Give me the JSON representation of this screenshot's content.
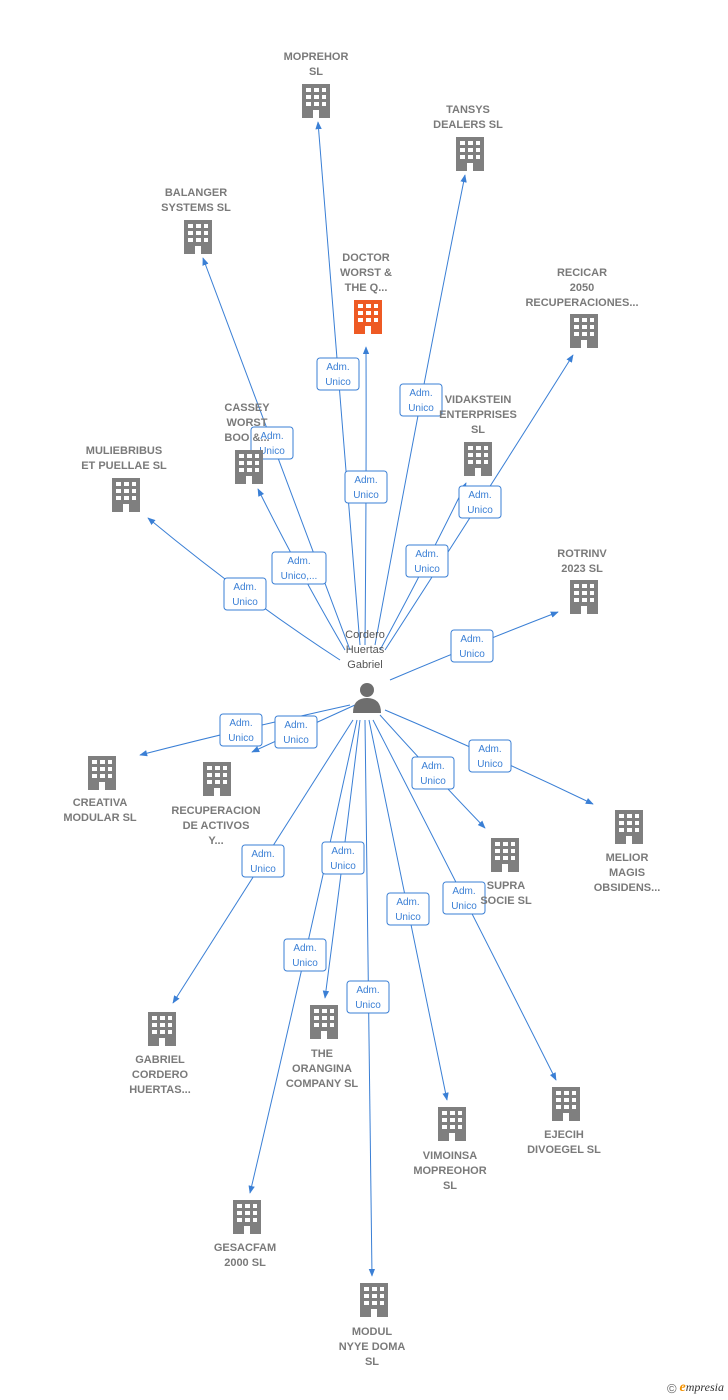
{
  "colors": {
    "edge": "#3a7fd5",
    "building": "#7f7f7f",
    "highlight_building": "#ee5a24",
    "label": "#7a7a7a"
  },
  "center": {
    "id": "person",
    "label": [
      "Cordero",
      "Huertas",
      "Gabriel"
    ],
    "icon": "person-icon"
  },
  "nodes": [
    {
      "id": "moprehor",
      "label": [
        "MOPREHOR",
        "SL"
      ],
      "highlight": false,
      "icon": "building-icon"
    },
    {
      "id": "tansys",
      "label": [
        "TANSYS",
        "DEALERS  SL"
      ],
      "highlight": false,
      "icon": "building-icon"
    },
    {
      "id": "balanger",
      "label": [
        "BALANGER",
        "SYSTEMS  SL"
      ],
      "highlight": false,
      "icon": "building-icon"
    },
    {
      "id": "doctor",
      "label": [
        "DOCTOR",
        "WORST &",
        "THE Q..."
      ],
      "highlight": true,
      "icon": "building-icon"
    },
    {
      "id": "recicar",
      "label": [
        "RECICAR",
        "2050",
        "RECUPERACIONES..."
      ],
      "highlight": false,
      "icon": "building-icon"
    },
    {
      "id": "cassey",
      "label": [
        "CASSEY",
        "WORST",
        "BOO &..."
      ],
      "highlight": false,
      "icon": "building-icon"
    },
    {
      "id": "vidakstein",
      "label": [
        "VIDAKSTEIN",
        "ENTERPRISES",
        "SL"
      ],
      "highlight": false,
      "icon": "building-icon"
    },
    {
      "id": "muliebribus",
      "label": [
        "MULIEBRIBUS",
        "ET PUELLAE SL"
      ],
      "highlight": false,
      "icon": "building-icon"
    },
    {
      "id": "rotrinv",
      "label": [
        "ROTRINV",
        "2023  SL"
      ],
      "highlight": false,
      "icon": "building-icon"
    },
    {
      "id": "creativa",
      "label": [
        "CREATIVA",
        "MODULAR  SL"
      ],
      "highlight": false,
      "icon": "building-icon"
    },
    {
      "id": "recuperacion",
      "label": [
        "RECUPERACION",
        "DE ACTIVOS",
        "Y..."
      ],
      "highlight": false,
      "icon": "building-icon"
    },
    {
      "id": "melior",
      "label": [
        "MELIOR",
        "MAGIS",
        "OBSIDENS..."
      ],
      "highlight": false,
      "icon": "building-icon"
    },
    {
      "id": "supra",
      "label": [
        "SUPRA",
        "SOCIE  SL"
      ],
      "highlight": false,
      "icon": "building-icon"
    },
    {
      "id": "gabriel",
      "label": [
        "GABRIEL",
        "CORDERO",
        "HUERTAS..."
      ],
      "highlight": false,
      "icon": "building-icon"
    },
    {
      "id": "orangina",
      "label": [
        "THE",
        "ORANGINA",
        "COMPANY  SL"
      ],
      "highlight": false,
      "icon": "building-icon"
    },
    {
      "id": "ejecih",
      "label": [
        "EJECIH",
        "DIVOEGEL  SL"
      ],
      "highlight": false,
      "icon": "building-icon"
    },
    {
      "id": "vimoinsa",
      "label": [
        "VIMOINSA",
        "MOPREOHOR",
        "SL"
      ],
      "highlight": false,
      "icon": "building-icon"
    },
    {
      "id": "gesacfam",
      "label": [
        "GESACFAM",
        "2000 SL"
      ],
      "highlight": false,
      "icon": "building-icon"
    },
    {
      "id": "modul",
      "label": [
        "MODUL",
        "NYYE DOMA",
        "SL"
      ],
      "highlight": false,
      "icon": "building-icon"
    }
  ],
  "edges": [
    {
      "to": "moprehor",
      "label": [
        "Adm.",
        "Unico"
      ]
    },
    {
      "to": "tansys",
      "label": [
        "Adm.",
        "Unico"
      ]
    },
    {
      "to": "balanger",
      "label": [
        "Adm.",
        "Unico"
      ]
    },
    {
      "to": "doctor",
      "label": [
        "Adm.",
        "Unico"
      ]
    },
    {
      "to": "recicar",
      "label": [
        "Adm.",
        "Unico"
      ]
    },
    {
      "to": "cassey",
      "label": [
        "Adm.",
        "Unico,..."
      ]
    },
    {
      "to": "vidakstein",
      "label": [
        "Adm.",
        "Unico"
      ]
    },
    {
      "to": "muliebribus",
      "label": [
        "Adm.",
        "Unico"
      ]
    },
    {
      "to": "rotrinv",
      "label": [
        "Adm.",
        "Unico"
      ]
    },
    {
      "to": "creativa",
      "label": [
        "Adm.",
        "Unico"
      ]
    },
    {
      "to": "recuperacion",
      "label": [
        "Adm.",
        "Unico"
      ]
    },
    {
      "to": "melior",
      "label": [
        "Adm.",
        "Unico"
      ]
    },
    {
      "to": "supra",
      "label": [
        "Adm.",
        "Unico"
      ]
    },
    {
      "to": "gabriel",
      "label": [
        "Adm.",
        "Unico"
      ]
    },
    {
      "to": "orangina",
      "label": [
        "Adm.",
        "Unico"
      ]
    },
    {
      "to": "ejecih",
      "label": [
        "Adm.",
        "Unico"
      ]
    },
    {
      "to": "vimoinsa",
      "label": [
        "Adm.",
        "Unico"
      ]
    },
    {
      "to": "gesacfam",
      "label": [
        "Adm.",
        "Unico"
      ]
    },
    {
      "to": "modul",
      "label": [
        "Adm.",
        "Unico"
      ]
    }
  ],
  "footer": {
    "copyright": "©",
    "brand_initial": "e",
    "brand_rest": "mpresia"
  }
}
